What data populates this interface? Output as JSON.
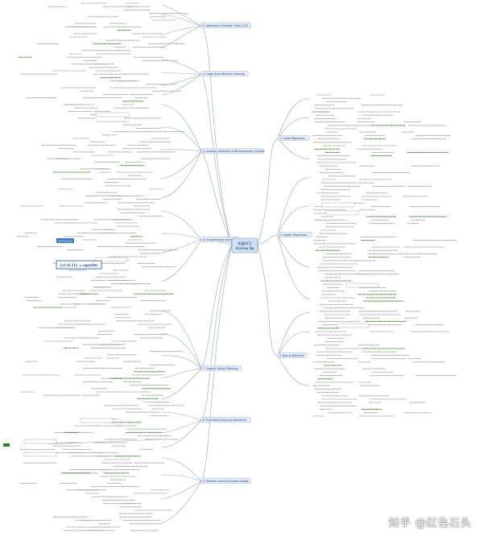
{
  "root": {
    "line1": "机器学习",
    "line2": "Andrew Ng"
  },
  "left_categories": [
    "3. Application Example: Photo OCR",
    "4. Large Scale Machine Learning",
    "5. Anomaly Detection & Recommender Systems",
    "6. Unsupervised Learning",
    "7. Support Vector Machines",
    "8. Evaluating Learning Algorithms",
    "9. Machine Learning System Design"
  ],
  "right_categories": [
    "1. Linear Regression",
    "2. Logistic Regression",
    "3. Neural Networks"
  ],
  "highlight_label": "SVM Kernel",
  "formula_text": "{(1,0,1)} = sgn(θx)",
  "watermark": "知乎 @红色石头",
  "colors": {
    "line": "#9aa7bd",
    "green": "#2e7d32",
    "blue": "#1d4fa0",
    "accent": "#3f7fbf"
  }
}
